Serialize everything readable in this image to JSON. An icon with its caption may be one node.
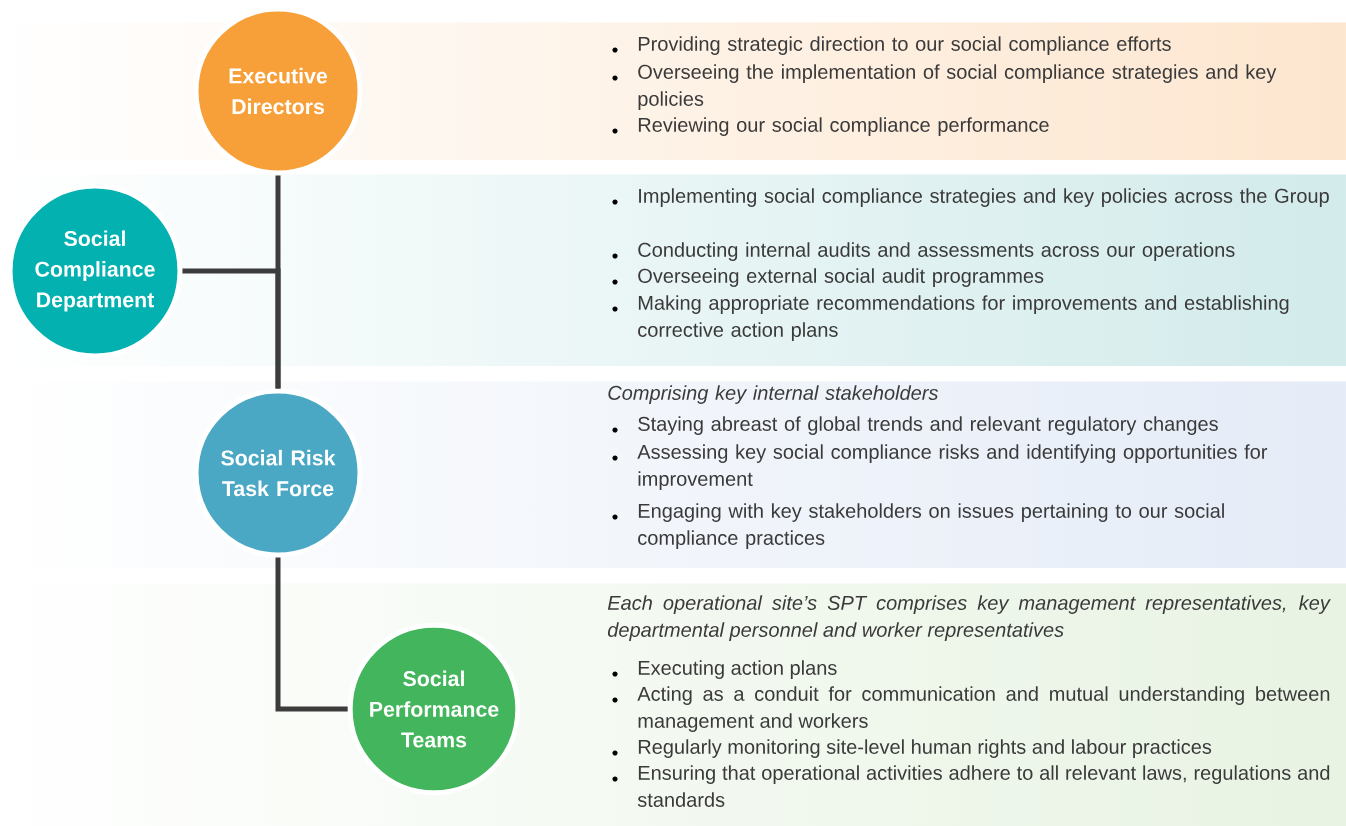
{
  "diagram": {
    "nodes": [
      {
        "text": [
          "Providing strategic direction to our social compliance efforts",
          "Overseeing the implementation of social compliance strategies and key policies",
          "Reviewing our social compliance performance"
        ]
      },
      {
        "text": [
          "Executive Directors"
        ]
      },
      {
        "text": [
          "Implementing social compliance strategies and key policies across the Group",
          "Conducting internal audits and assessments across our operations",
          "Overseeing external social audit programmes",
          "Making appropriate recommendations for improvements and establishing corrective action plans"
        ]
      },
      {
        "text": [
          "Social Compliance Department"
        ]
      },
      {
        "text": [
          "Comprising key internal stakeholders",
          "Staying abreast of global trends and relevant regulatory changes",
          "Assessing key social compliance risks and identifying opportunities for improvement",
          "Engaging with key stakeholders on issues pertaining to our social compliance practices"
        ]
      },
      {
        "text": [
          "Social Risk Task Force"
        ]
      },
      {
        "text": [
          "Each operational site’s SPT comprises key management representatives, key departmental personnel and worker representatives",
          "Executing action plans",
          "Acting as a conduit for communication and mutual understanding between management and workers",
          "Regularly monitoring site-level human rights and labour practices",
          "Ensuring that operational activities adhere to all relevant laws, regulations and standards"
        ]
      },
      {
        "text": [
          "Social Performance Teams"
        ]
      }
    ],
    "edges": [
      {
        "from": 1,
        "to": 5,
        "arrow": "none"
      },
      {
        "from": 3,
        "to": 5,
        "arrow": "none"
      },
      {
        "from": 5,
        "to": 7,
        "arrow": "none"
      }
    ]
  }
}
